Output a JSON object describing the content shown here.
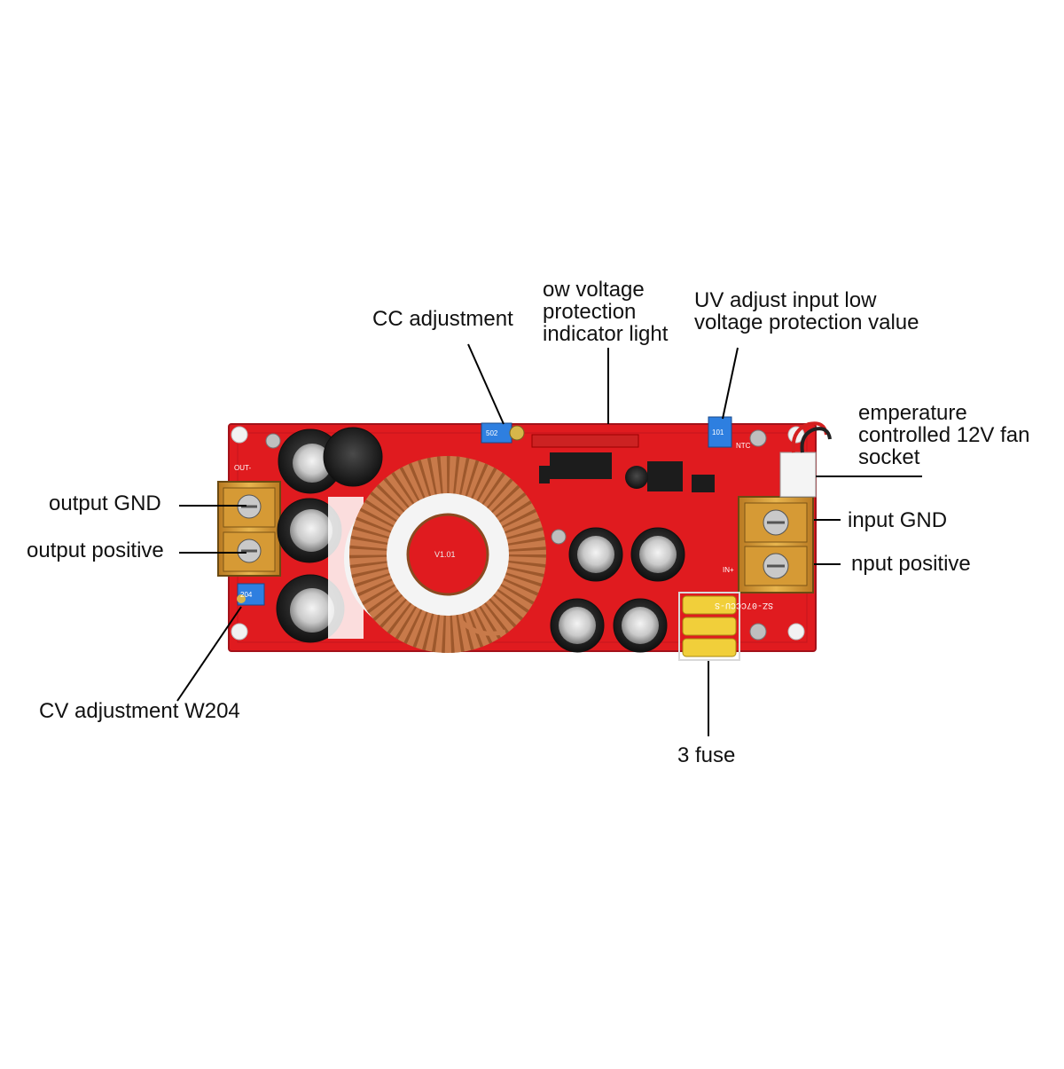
{
  "labels": {
    "cc_adjustment": "CC adjustment",
    "low_voltage_1": "ow voltage",
    "low_voltage_2": "protection",
    "low_voltage_3": "indicator light",
    "uv_adjust_1": "UV adjust input low",
    "uv_adjust_2": "voltage protection value",
    "fan_1": "emperature",
    "fan_2": "controlled 12V fan",
    "fan_3": "socket",
    "output_gnd": "output GND",
    "output_positive": "output positive",
    "input_gnd": "input GND",
    "input_positive": "nput positive",
    "cv_adjustment": "CV adjustment W204",
    "fuse": "3 fuse"
  },
  "board_markings": {
    "model": "SZ-07CCCU-S",
    "coil_mark": "V1.01",
    "pot_cc": "502",
    "pot_cv": "204",
    "pot_uv": "101",
    "silk_out": "OUT-",
    "silk_in": "IN+",
    "silk_ntc": "NTC"
  },
  "colors": {
    "board": "#e01b1f",
    "board_dark": "#b8141a",
    "copper": "#c87a4a",
    "terminal": "#e0a640",
    "fuse": "#f1cf3a",
    "pot": "#2e7fe0"
  }
}
